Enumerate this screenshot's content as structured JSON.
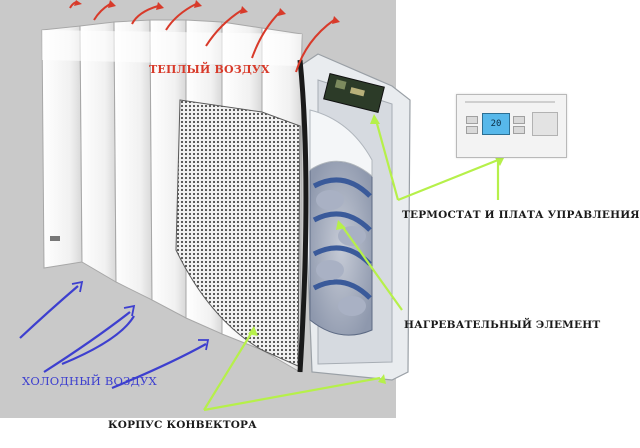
{
  "labels": {
    "warm_air": "ТЕПЛЫЙ ВОЗДУХ",
    "cold_air": "ХОЛОДНЫЙ ВОЗДУХ",
    "thermostat": "ТЕРМОСТАТ И ПЛАТА УПРАВЛЕНИЯ",
    "heating_element": "НАГРЕВАТЕЛЬНЫЙ ЭЛЕМЕНТ",
    "housing": "КОРПУС КОНВЕКТОРА"
  },
  "thermostat_display": {
    "value": "20"
  },
  "colors": {
    "warm_arrow": "#d83a2a",
    "cold_arrow": "#3d3fcf",
    "pointer_arrow": "#b6f04a",
    "background_photo": "#c9c9c9"
  }
}
